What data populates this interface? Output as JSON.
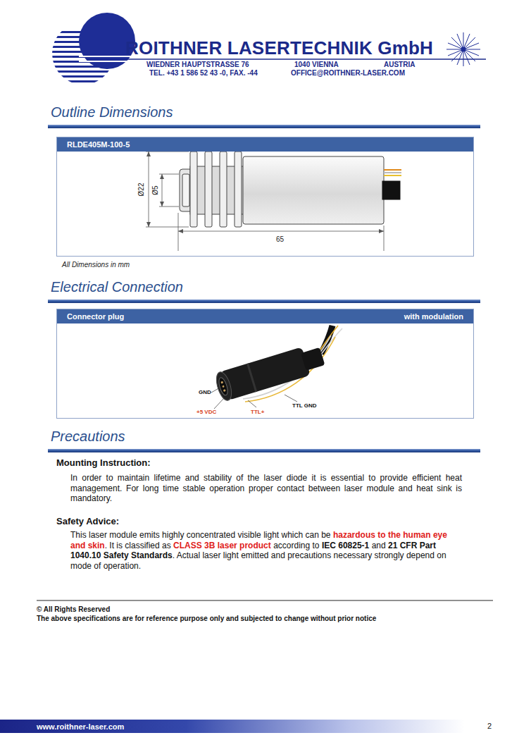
{
  "diagram": {
    "nodes": [
      {
        "text": [
          "RLDE405M-100-5"
        ]
      },
      {
        "text": [
          "Connector plug",
          "with modulation"
        ]
      },
      {
        "text": [
          "www.roithner-laser.com"
        ]
      }
    ],
    "labels": [
      "ROITHNER LASERTECHNIK GmbH",
      "WIEDNER HAUPTSTRASSE 76",
      "1040 VIENNA",
      "AUSTRIA",
      "TEL. +43 1 586 52 43 -0, FAX. -44",
      "OFFICE@ROITHNER-LASER.COM",
      "Outline Dimensions",
      "Ø22",
      "Ø5",
      "65",
      "All Dimensions in mm",
      "Electrical Connection",
      "GND",
      "+5 VDC",
      "TTL+",
      "TTL GND",
      "Precautions",
      "Mounting Instruction:",
      "In order to maintain lifetime and stability of the laser diode it is essential to provide efficient heat management. For long time stable operation proper contact between laser module and heat sink is mandatory.",
      "Safety Advice:",
      "This laser module emits highly concentrated visible light which can be",
      "hazardous to the human eye and skin",
      ". It is classified as",
      "CLASS 3B laser product",
      "according to",
      "IEC 60825-1",
      "and",
      "21 CFR Part 1040.10 Safety Standards",
      ". Actual laser light emitted and precautions necessary strongly depend on mode of operation.",
      "© All Rights Reserved",
      "The above specifications are for reference purpose only and subjected to change without prior notice",
      "2"
    ]
  }
}
